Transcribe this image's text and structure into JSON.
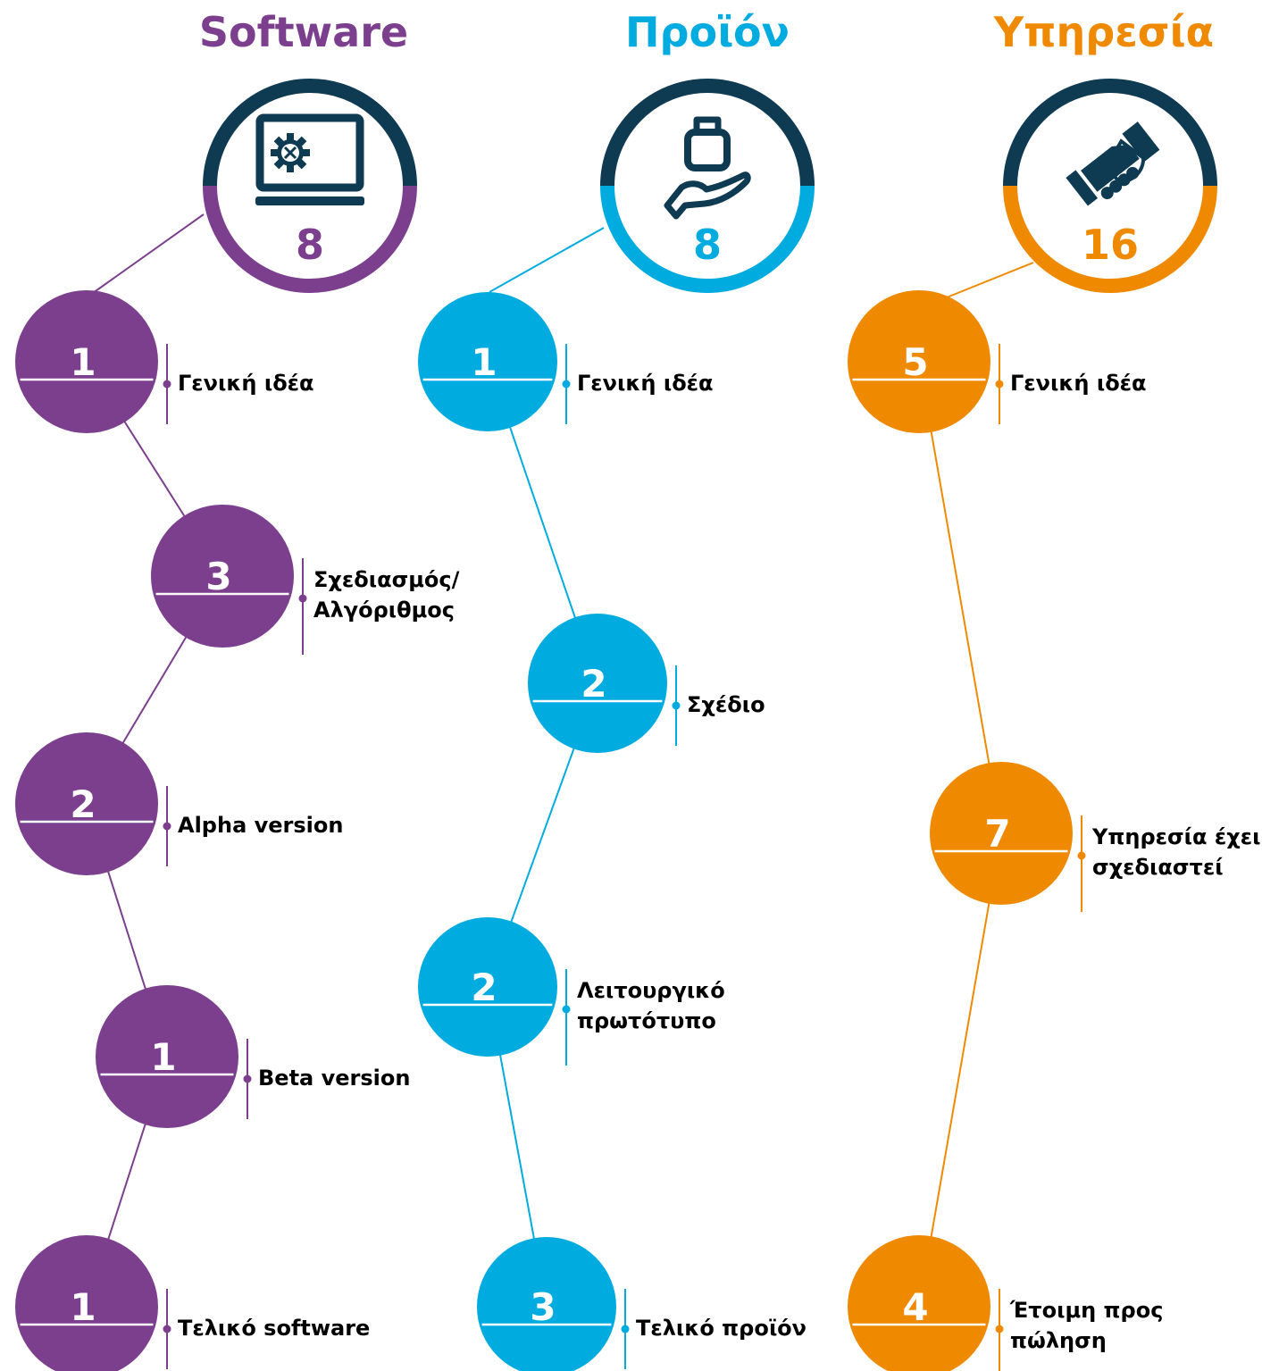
{
  "colors": {
    "software": "#7b3f8e",
    "product": "#00abe0",
    "service": "#ef8a00",
    "dark": "#0e3a52"
  },
  "columns": [
    {
      "key": "software",
      "title": "Software",
      "total": "8",
      "icon": "laptop-gear-icon",
      "stages": [
        {
          "number": "1",
          "label_lines": [
            "Γενική ιδέα"
          ]
        },
        {
          "number": "3",
          "label_lines": [
            "Σχεδιασμός/",
            "Αλγόριθμος"
          ]
        },
        {
          "number": "2",
          "label_lines": [
            "Alpha version"
          ]
        },
        {
          "number": "1",
          "label_lines": [
            "Beta version"
          ]
        },
        {
          "number": "1",
          "label_lines": [
            "Τελικό software"
          ]
        }
      ]
    },
    {
      "key": "product",
      "title": "Προϊόν",
      "total": "8",
      "icon": "hand-holding-bag-icon",
      "stages": [
        {
          "number": "1",
          "label_lines": [
            "Γενική ιδέα"
          ]
        },
        {
          "number": "2",
          "label_lines": [
            "Σχέδιο"
          ]
        },
        {
          "number": "2",
          "label_lines": [
            "Λειτουργικό",
            "πρωτότυπο"
          ]
        },
        {
          "number": "3",
          "label_lines": [
            "Τελικό προϊόν"
          ]
        }
      ]
    },
    {
      "key": "service",
      "title": "Υπηρεσία",
      "total": "16",
      "icon": "handshake-icon",
      "stages": [
        {
          "number": "5",
          "label_lines": [
            "Γενική ιδέα"
          ]
        },
        {
          "number": "7",
          "label_lines": [
            "Υπηρεσία έχει",
            "σχεδιαστεί"
          ]
        },
        {
          "number": "4",
          "label_lines": [
            "Έτοιμη προς",
            "πώληση"
          ]
        }
      ]
    }
  ]
}
